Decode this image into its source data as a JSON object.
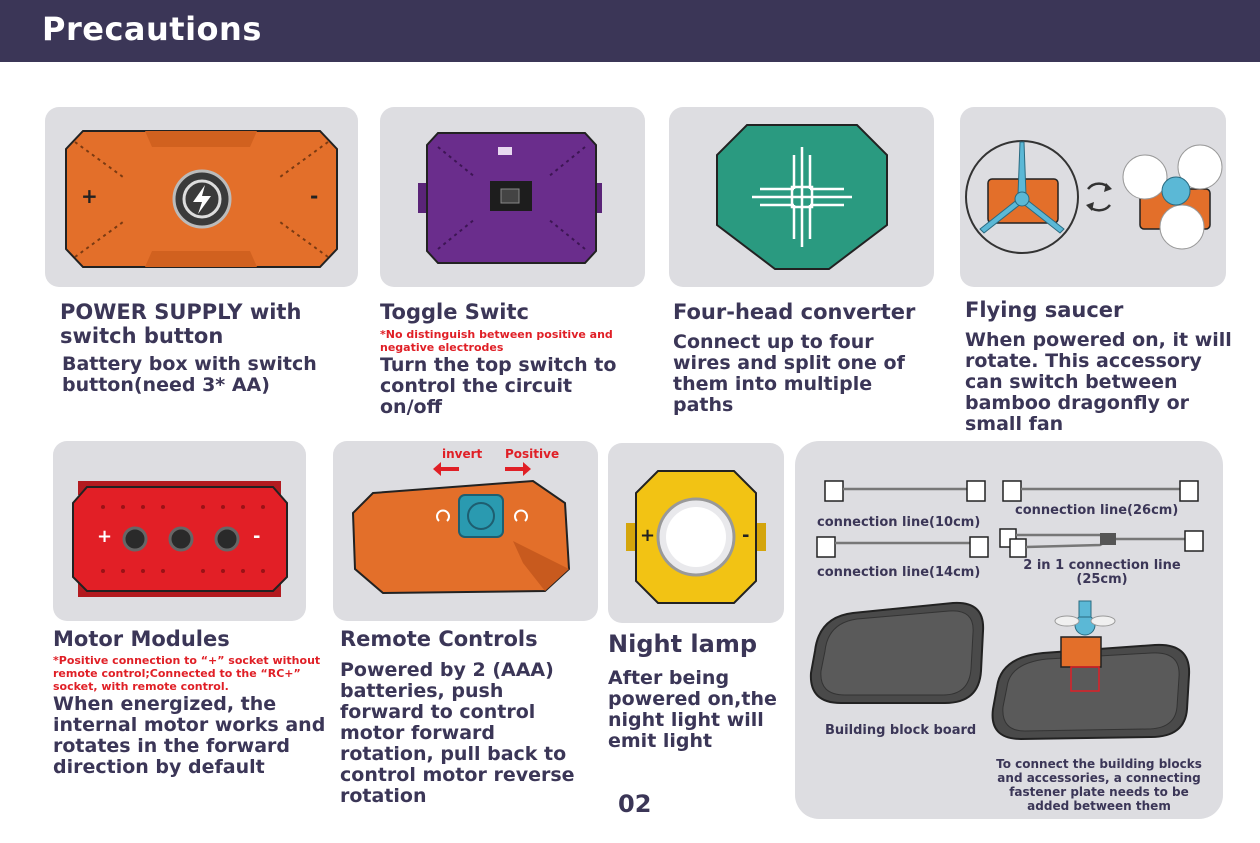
{
  "header": {
    "title": "Precautions"
  },
  "power": {
    "title": "POWER SUPPLY with switch button",
    "desc": "Battery box with switch button(need 3* AA)",
    "plus": "+",
    "minus": "-"
  },
  "toggle": {
    "title": "Toggle Switc",
    "note": "*No distinguish between positive and negative electrodes",
    "desc": "Turn the top switch to control the circuit on/off"
  },
  "fourhead": {
    "title": "Four-head converter",
    "desc": "Connect up to four wires and split one of them into multiple paths"
  },
  "saucer": {
    "title": "Flying saucer",
    "desc": "When powered on, it will rotate. This accessory can switch between bamboo dragonfly or small fan"
  },
  "motor": {
    "title": "Motor Modules",
    "note": "*Positive connection to “+” socket without remote control;Connected to the “RC+” socket, with remote control.",
    "desc": "When energized, the internal motor works and rotates in the forward direction by default",
    "plus": "+",
    "minus": "-"
  },
  "remote": {
    "title": "Remote Controls",
    "desc": "Powered by 2 (AAA) batteries, push forward to control motor forward rotation, pull back to control motor reverse rotation",
    "invert": "invert",
    "positive": "Positive"
  },
  "night": {
    "title": "Night lamp",
    "desc": "After being powered on,the night light will emit light",
    "plus": "+",
    "minus": "-"
  },
  "accessories": {
    "line10": "connection line(10cm)",
    "line14": "connection line(14cm)",
    "line26": "connection line(26cm)",
    "line2in1": "2 in 1 connection line (25cm)",
    "board": "Building block board",
    "fastener": "To connect the building blocks and accessories, a connecting fastener plate needs to be added between them"
  },
  "page_number": "02",
  "colors": {
    "header": "#3b3657",
    "orange": "#e36f2a",
    "purple": "#6a2d8c",
    "teal": "#2a9a80",
    "red": "#e21f26",
    "yellow": "#f2c314",
    "card": "#dddde1"
  }
}
